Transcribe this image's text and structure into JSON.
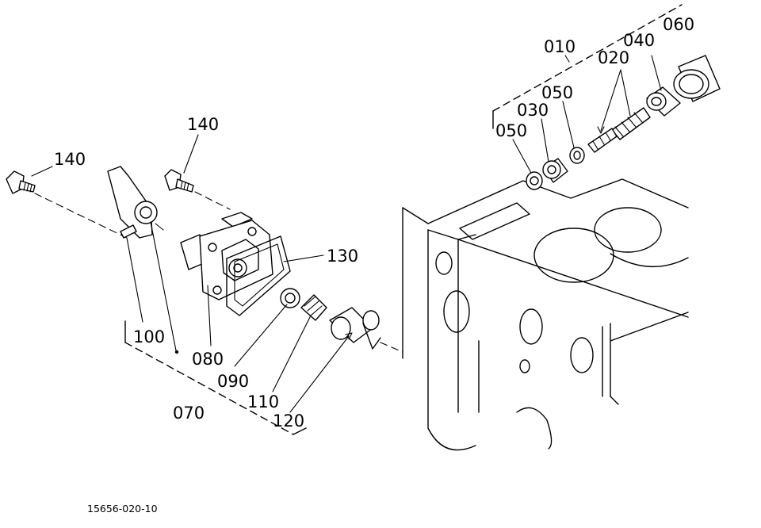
{
  "callouts": {
    "c010": "010",
    "c020": "020",
    "c030": "030",
    "c040": "040",
    "c050a": "050",
    "c050b": "050",
    "c060": "060",
    "c070": "070",
    "c080": "080",
    "c090": "090",
    "c100": "100",
    "c110": "110",
    "c120": "120",
    "c130": "130",
    "c140a": "140",
    "c140b": "140"
  },
  "drawing_number": "15656-020-10",
  "colors": {
    "ink": "#000000",
    "paper": "#ffffff"
  }
}
